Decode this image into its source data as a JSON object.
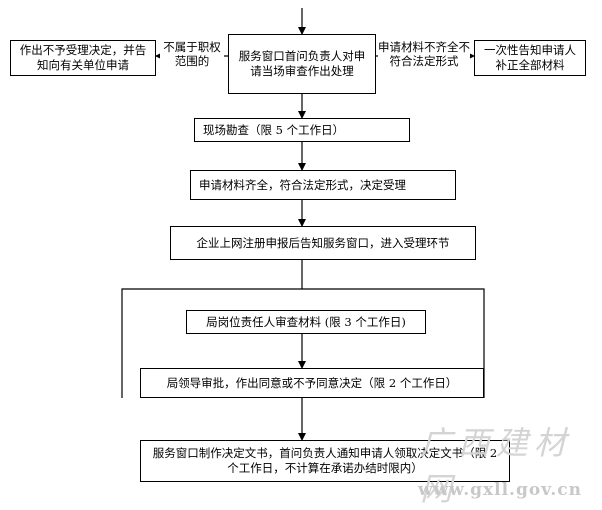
{
  "nodes": {
    "center": "服务窗口首问负责人对申请当场审查作出处理",
    "reject": "作出不予受理决定，并告知向有关单位申请",
    "notify": "一次性告知申请人补正全部材料",
    "inspect": "现场勘查（限 5 个工作日）",
    "accept": "申请材料齐全，符合法定形式，决定受理",
    "register": "企业上网注册申报后告知服务窗口，进入受理环节",
    "review": "局岗位责任人审查材料 (限 3 个工作日)",
    "approve": "局领导审批，作出同意或不予同意决定（限 2 个工作日）",
    "issue": "服务窗口制作决定文书，首问负责人通知申请人领取决定文书（限 2 个工作日，不计算在承诺办结时限内）"
  },
  "edge_labels": {
    "out_of_scope": "不属于职权范围的",
    "incomplete": "申请材料不齐全不符合法定形式"
  },
  "watermark": {
    "main": "广西建材网",
    "url": "www.gxll.gov.cn"
  }
}
